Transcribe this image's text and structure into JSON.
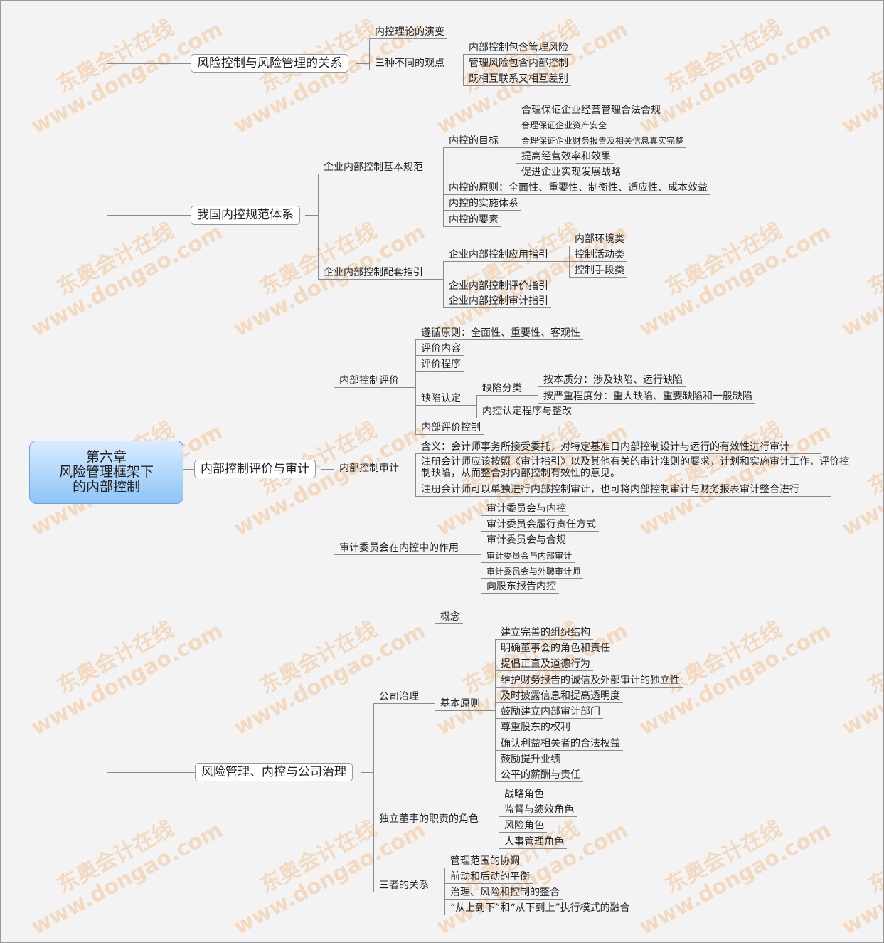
{
  "root": {
    "line1": "第六章",
    "line2": "风险管理框架下",
    "line3": "的内部控制"
  },
  "watermark": {
    "line1": "东奥会计在线",
    "line2": "www.dongao.com"
  },
  "b1": {
    "label": "风险控制与风险管理的关系",
    "c1": "内控理论的演变",
    "c2": "三种不同的观点",
    "c2items": [
      "内部控制包含管理风险",
      "管理风险包含内部控制",
      "既相互联系又相互差别"
    ]
  },
  "b2": {
    "label": "我国内控规范体系",
    "g1": {
      "label": "企业内部控制基本规范",
      "goal": "内控的目标",
      "goals": [
        "合理保证企业经营管理合法合规",
        "合理保证企业资产安全",
        "合理保证企业财务报告及相关信息真实完整",
        "提高经营效率和效果",
        "促进企业实现发展战略"
      ],
      "principle": "内控的原则：全面性、重要性、制衡性、适应性、成本效益",
      "system": "内控的实施体系",
      "elements": "内控的要素"
    },
    "g2": {
      "label": "企业内部控制配套指引",
      "app": "企业内部控制应用指引",
      "apps": [
        "内部环境类",
        "控制活动类",
        "控制手段类"
      ],
      "eval": "企业内部控制评价指引",
      "audit": "企业内部控制审计指引"
    }
  },
  "b3": {
    "label": "内部控制评价与审计",
    "e": {
      "label": "内部控制评价",
      "principle": "遵循原则：全面性、重要性、客观性",
      "content": "评价内容",
      "procedure": "评价程序",
      "defect": "缺陷认定",
      "cls": "缺陷分类",
      "cls1": "按本质分：涉及缺陷、运行缺陷",
      "cls2": "按严重程度分：重大缺陷、重要缺陷和一般缺陷",
      "rect": "内控认定程序与整改",
      "internal": "内部评价控制"
    },
    "a": {
      "label": "内部控制审计",
      "i1": "含义：会计师事务所接受委托，对特定基准日内部控制设计与运行的有效性进行审计",
      "i2": "注册会计师应该按照《审计指引》以及其他有关的审计准则的要求，计划和实施审计工作，评价控制缺陷，从而整合对内部控制有效性的意见。",
      "i3": "注册会计师可以单独进行内部控制审计，也可将内部控制审计与财务报表审计整合进行"
    },
    "c": {
      "label": "审计委员会在内控中的作用",
      "items": [
        "审计委员会与内控",
        "审计委员会履行责任方式",
        "审计委员会与合规",
        "审计委员会与内部审计",
        "审计委员会与外聘审计师",
        "向股东报告内控"
      ]
    }
  },
  "b4": {
    "label": "风险管理、内控与公司治理",
    "g": {
      "label": "公司治理",
      "concept": "概念",
      "basic": "基本原则",
      "items": [
        "建立完善的组织结构",
        "明确董事会的角色和责任",
        "提倡正直及道德行为",
        "维护财务报告的诚信及外部审计的独立性",
        "及时披露信息和提高透明度",
        "鼓励建立内部审计部门",
        "尊重股东的权利",
        "确认利益相关者的合法权益",
        "鼓励提升业绩",
        "公平的薪酬与责任"
      ]
    },
    "d": {
      "label": "独立董事的职责的角色",
      "items": [
        "战略角色",
        "监督与绩效角色",
        "风险角色",
        "人事管理角色"
      ]
    },
    "r": {
      "label": "三者的关系",
      "items": [
        "管理范围的协调",
        "前动和后动的平衡",
        "治理、风险和控制的整合",
        "“从上到下”和“从下到上”执行模式的融合"
      ]
    }
  }
}
